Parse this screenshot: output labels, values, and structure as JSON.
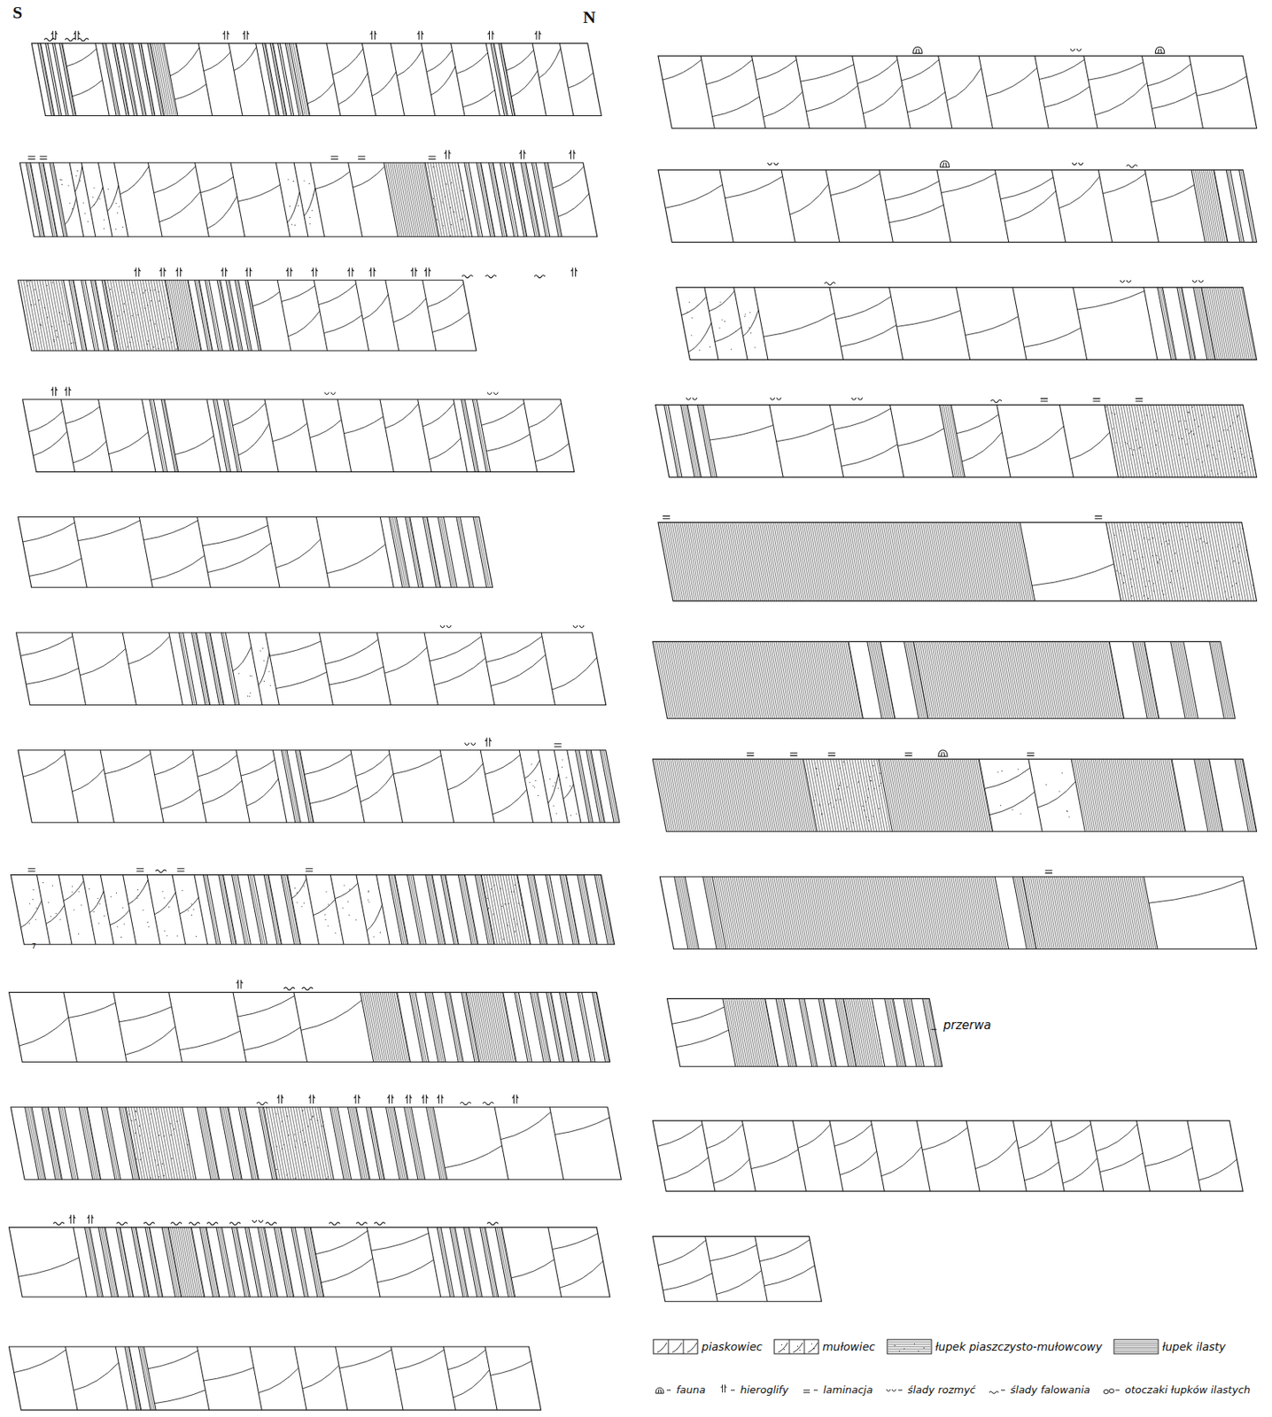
{
  "diagram": {
    "labels": [
      "S",
      "N",
      "7",
      "przerwa"
    ],
    "legend": [
      {
        "text": "piaskowiec"
      },
      {
        "text": "mułowiec"
      },
      {
        "text": "łupek piaszczysto-mułowcowy"
      },
      {
        "text": "łupek ilasty"
      },
      {
        "text": "fauna"
      },
      {
        "text": "hieroglify"
      },
      {
        "text": "laminacja"
      },
      {
        "text": "ślady rozmyć"
      },
      {
        "text": "ślady falowania"
      },
      {
        "text": "otoczaki łupków ilastych"
      }
    ]
  }
}
